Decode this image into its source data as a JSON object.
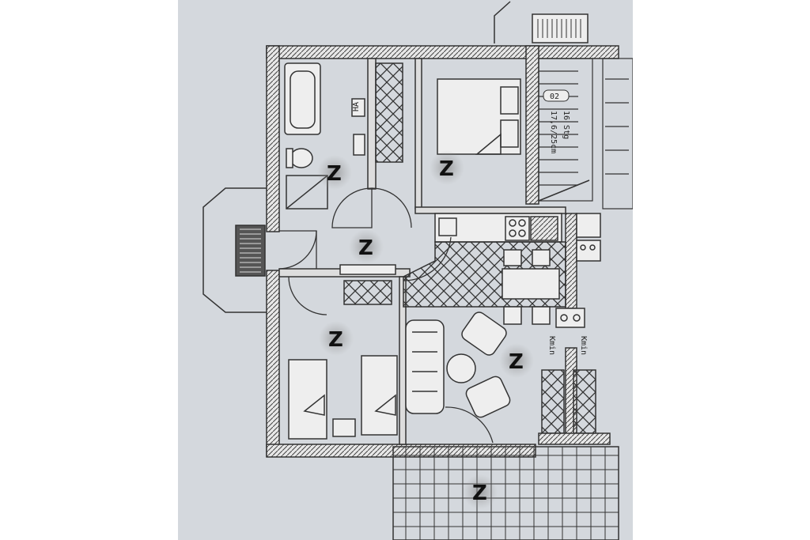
{
  "plan": {
    "stair_label": "02",
    "stair_info_line1": "16 Stg",
    "stair_info_line2": "17,6/25cm",
    "utility_label": "HA",
    "chimney_label_left": "Kmin",
    "chimney_label_right": "Kmin"
  },
  "colors": {
    "paper": "#d4d8dd",
    "wall": "#3a3a3a",
    "ink": "#2a2a2a",
    "room_marker": "#111111"
  },
  "icons": {
    "room_marker": "arrow-marker-icon",
    "window": "window-icon",
    "radiator": "radiator-icon"
  }
}
